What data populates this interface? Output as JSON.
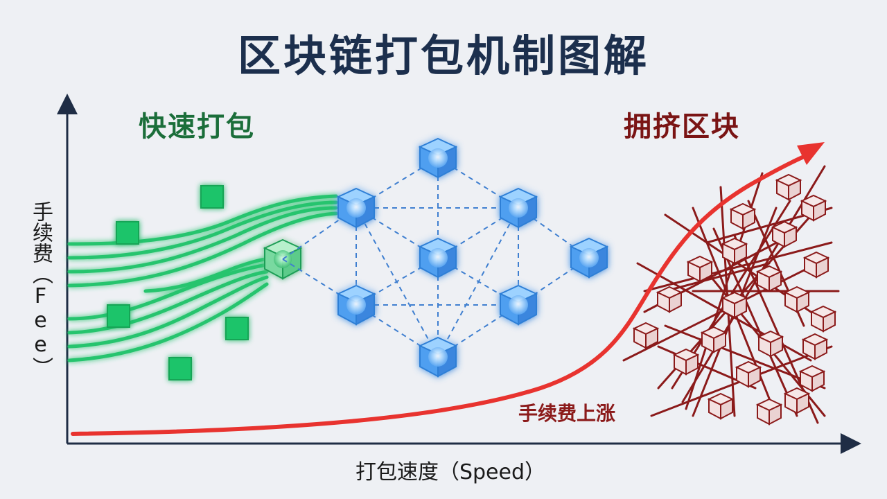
{
  "title": "区块链打包机制图解",
  "labels": {
    "fast_pack": "快速打包",
    "crowded_block": "拥挤区块",
    "fee_rise": "手续费上涨"
  },
  "axes": {
    "x_label": "打包速度（Speed）",
    "y_label": "手续费（Fee）"
  },
  "colors": {
    "title": "#1c2f4d",
    "fast_green": "#22c06a",
    "network_blue": "#4aa3f0",
    "crowded_red": "#8b1a1a",
    "curve_red": "#e8332f",
    "axis": "#1f2d45"
  }
}
